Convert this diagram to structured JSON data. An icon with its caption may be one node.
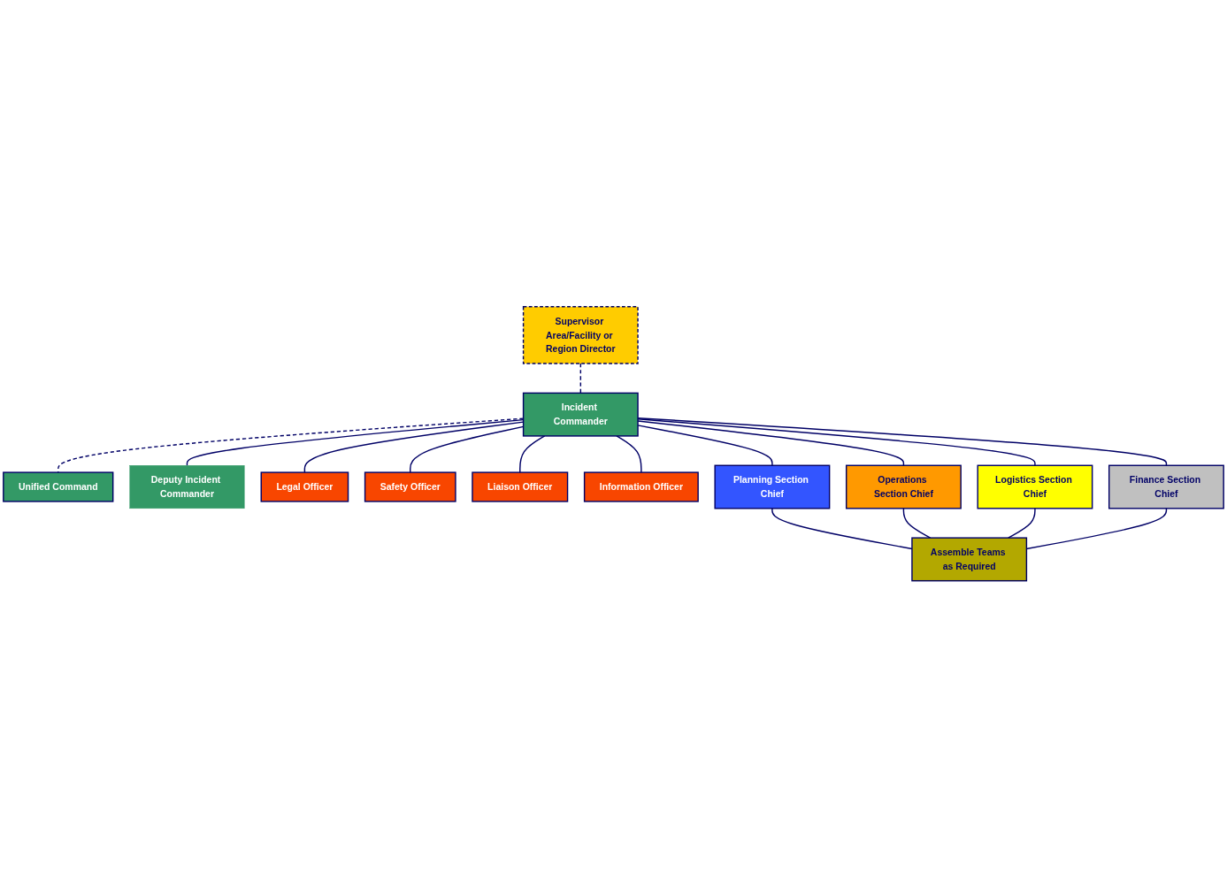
{
  "diagram": {
    "nodes": [
      {
        "text": [
          "Supervisor Area/Facility or Region Director"
        ]
      },
      {
        "text": [
          "Incident Commander"
        ]
      },
      {
        "text": [
          "Unified Command"
        ]
      },
      {
        "text": [
          "Deputy Incident Commander"
        ]
      },
      {
        "text": [
          "Legal Officer"
        ]
      },
      {
        "text": [
          "Safety Officer"
        ]
      },
      {
        "text": [
          "Liaison Officer"
        ]
      },
      {
        "text": [
          "Information Officer"
        ]
      },
      {
        "text": [
          "Planning Section Chief"
        ]
      },
      {
        "text": [
          "Operations Section Chief"
        ]
      },
      {
        "text": [
          "Logistics Section Chief"
        ]
      },
      {
        "text": [
          "Finance Section Chief"
        ]
      },
      {
        "text": [
          "Assemble Teams as Required"
        ]
      }
    ],
    "edges": [
      {
        "from": 0,
        "to": 1,
        "arrow": "none",
        "style": "dashed"
      },
      {
        "from": 1,
        "to": 2,
        "arrow": "none",
        "style": "dashed"
      },
      {
        "from": 1,
        "to": 3,
        "arrow": "none"
      },
      {
        "from": 1,
        "to": 4,
        "arrow": "none"
      },
      {
        "from": 1,
        "to": 5,
        "arrow": "none"
      },
      {
        "from": 1,
        "to": 6,
        "arrow": "none"
      },
      {
        "from": 1,
        "to": 7,
        "arrow": "none"
      },
      {
        "from": 1,
        "to": 8,
        "arrow": "none"
      },
      {
        "from": 1,
        "to": 9,
        "arrow": "none"
      },
      {
        "from": 1,
        "to": 10,
        "arrow": "none"
      },
      {
        "from": 1,
        "to": 11,
        "arrow": "none"
      },
      {
        "from": 8,
        "to": 12,
        "arrow": "none"
      },
      {
        "from": 9,
        "to": 12,
        "arrow": "none"
      },
      {
        "from": 10,
        "to": 12,
        "arrow": "none"
      },
      {
        "from": 11,
        "to": 12,
        "arrow": "none"
      }
    ]
  }
}
